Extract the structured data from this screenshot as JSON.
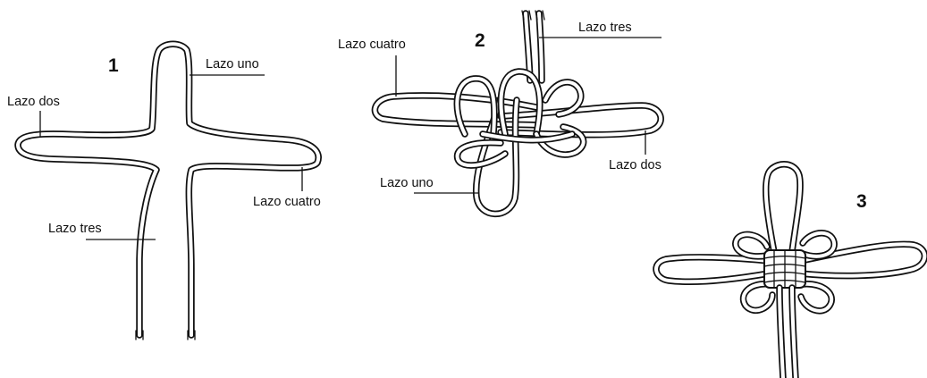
{
  "step1": {
    "number": "1",
    "labels": {
      "loop_one": "Lazo uno",
      "loop_two": "Lazo dos",
      "loop_three": "Lazo tres",
      "loop_four": "Lazo cuatro"
    }
  },
  "step2": {
    "number": "2",
    "labels": {
      "loop_one": "Lazo uno",
      "loop_two": "Lazo dos",
      "loop_three": "Lazo tres",
      "loop_four": "Lazo cuatro"
    }
  },
  "step3": {
    "number": "3"
  }
}
